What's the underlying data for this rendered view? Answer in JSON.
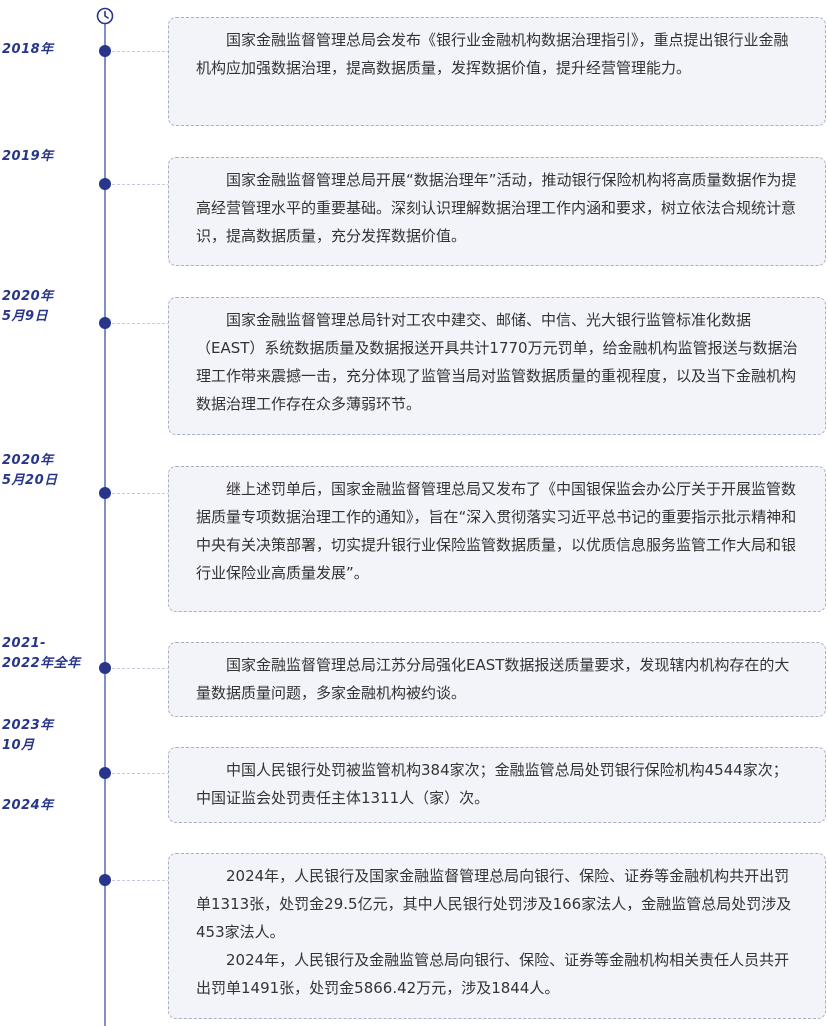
{
  "timeline": {
    "entries": [
      {
        "date_lines": [
          "2018年"
        ],
        "paragraphs": [
          "国家金融监督管理总局会发布《银行业金融机构数据治理指引》，重点提出银行业金融机构应加强数据治理，提高数据质量，发挥数据价值，提升经营管理能力。"
        ]
      },
      {
        "date_lines": [
          "2019年"
        ],
        "paragraphs": [
          "国家金融监督管理总局开展“数据治理年”活动，推动银行保险机构将高质量数据作为提高经营管理水平的重要基础。深刻认识理解数据治理工作内涵和要求，树立依法合规统计意识，提高数据质量，充分发挥数据价值。"
        ]
      },
      {
        "date_lines": [
          "2020年",
          "5月9日"
        ],
        "paragraphs": [
          "国家金融监督管理总局针对工农中建交、邮储、中信、光大银行监管标准化数据（EAST）系统数据质量及数据报送开具共计1770万元罚单，给金融机构监管报送与数据治理工作带来震撼一击，充分体现了监管当局对监管数据质量的重视程度，以及当下金融机构数据治理工作存在众多薄弱环节。"
        ]
      },
      {
        "date_lines": [
          "2020年",
          "5月20日"
        ],
        "paragraphs": [
          "继上述罚单后，国家金融监督管理总局又发布了《中国银保监会办公厅关于开展监管数据质量专项数据治理工作的通知》，旨在“深入贯彻落实习近平总书记的重要指示批示精神和中央有关决策部署，切实提升银行业保险监管数据质量，以优质信息服务监管工作大局和银行业保险业高质量发展”。"
        ]
      },
      {
        "date_lines": [
          "2021-",
          "2022年全年"
        ],
        "paragraphs": [
          "国家金融监督管理总局江苏分局强化EAST数据报送质量要求，发现辖内机构存在的大量数据质量问题，多家金融机构被约谈。"
        ]
      },
      {
        "date_lines": [
          "2023年",
          "10月"
        ],
        "paragraphs": [
          "中国人民银行处罚被监管机构384家次；金融监管总局处罚银行保险机构4544家次；中国证监会处罚责任主体1311人（家）次。"
        ]
      },
      {
        "date_lines": [
          "2024年"
        ],
        "paragraphs": [
          "2024年，人民银行及国家金融监督管理总局向银行、保险、证券等金融机构共开出罚单1313张，处罚金29.5亿元，其中人民银行处罚涉及166家法人，金融监管总局处罚涉及453家法人。",
          "2024年，人民银行及金融监管总局向银行、保险、证券等金融机构相关责任人员共开出罚单1491张，处罚金5866.42万元，涉及1844人。"
        ]
      }
    ]
  },
  "colors": {
    "accent": "#27358a",
    "line": "#7f8fc8",
    "card_bg": "#f3f4fa",
    "text": "#333333"
  },
  "icons": {
    "top": "clock-icon"
  }
}
